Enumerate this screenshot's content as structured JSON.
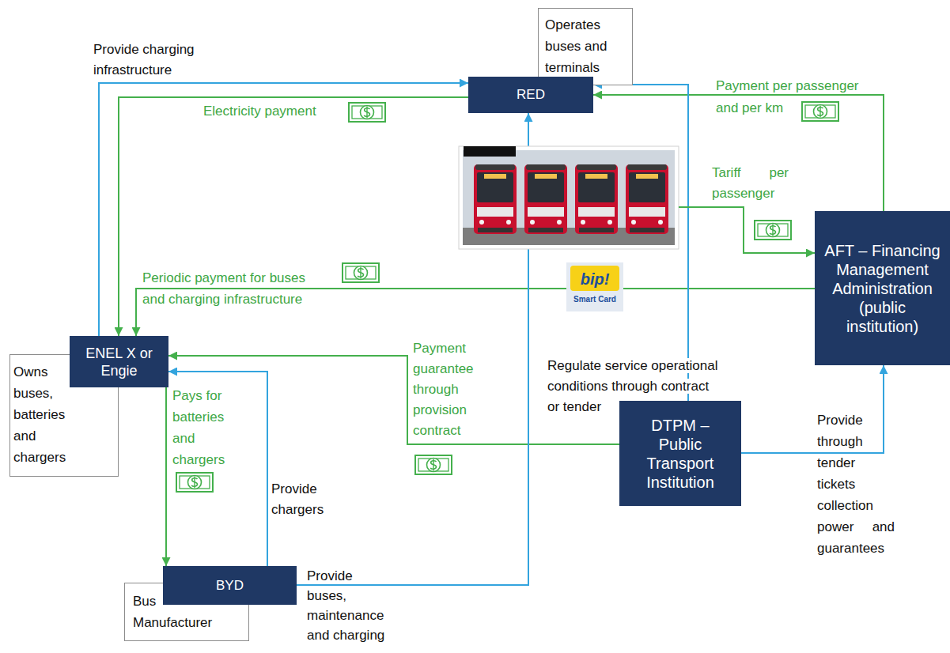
{
  "diagram": {
    "nodes": [
      {
        "text": [
          "Operates buses and terminals"
        ]
      },
      {
        "text": [
          "RED"
        ]
      },
      {
        "text": [
          "AFT – Financing Management Administration (public institution)"
        ]
      },
      {
        "text": [
          "ENEL X or Engie"
        ]
      },
      {
        "text": [
          "Owns buses, batteries and chargers"
        ]
      },
      {
        "text": [
          "DTPM – Public Transport Institution"
        ]
      },
      {
        "text": [
          "BYD"
        ]
      },
      {
        "text": [
          "Bus Manufacturer"
        ]
      }
    ],
    "edges": [
      {
        "from": 3,
        "to": 1,
        "arrow": "to",
        "label": "Provide charging infrastructure"
      },
      {
        "from": 1,
        "to": 3,
        "arrow": "to",
        "label": "Electricity payment"
      },
      {
        "from": 2,
        "to": 1,
        "arrow": "to",
        "label": "Payment per passenger and per km"
      },
      {
        "from": 2,
        "to": 3,
        "arrow": "to",
        "label": "Periodic payment for buses and charging infrastructure"
      },
      {
        "from": 5,
        "to": 3,
        "arrow": "to",
        "label": "Payment guarantee through provision contract"
      },
      {
        "from": 3,
        "to": 6,
        "arrow": "to",
        "label": "Pays for batteries and chargers"
      },
      {
        "from": 6,
        "to": 3,
        "arrow": "to",
        "label": "Provide chargers"
      },
      {
        "from": 6,
        "to": 1,
        "arrow": "to",
        "label": "Provide buses, maintenance and charging"
      },
      {
        "from": 5,
        "to": 1,
        "arrow": "to",
        "label": "Regulate service operational conditions through contract or tender"
      },
      {
        "from": 5,
        "to": 2,
        "arrow": "to",
        "label": "Provide through tender tickets collection power and guarantees"
      }
    ],
    "labels": [
      "Tariff per passenger",
      "bip!",
      "Smart Card"
    ]
  }
}
